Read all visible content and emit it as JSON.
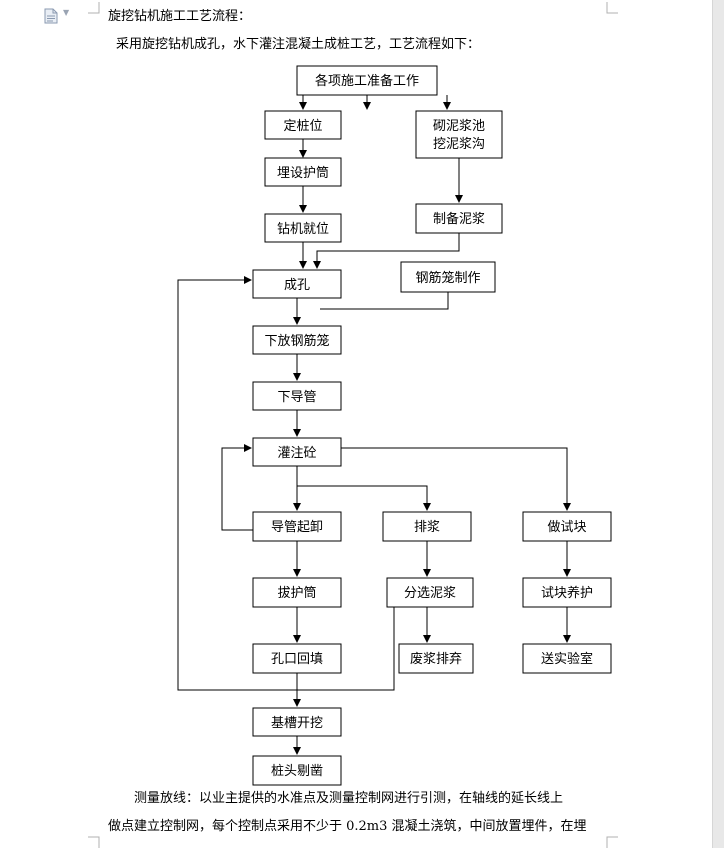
{
  "document": {
    "title_line": "旋挖钻机施工工艺流程：",
    "intro_line": "采用旋挖钻机成孔，水下灌注混凝土成桩工艺，工艺流程如下：",
    "para_line1": "测量放线：以业主提供的水准点及测量控制网进行引测，在轴线的延长线上",
    "para_line2": "做点建立控制网，每个控制点采用不少于 0.2m3 混凝土浇筑，中间放置埋件，在埋"
  },
  "flowchart": {
    "prep": "各项施工准备工作",
    "pile_position": "定桩位",
    "casing": "埋设护筒",
    "rig_position": "钻机就位",
    "mud_pit_l1": "砌泥浆池",
    "mud_pit_l2": "挖泥浆沟",
    "make_mud": "制备泥浆",
    "cage_make": "钢筋笼制作",
    "drilling": "成孔",
    "lower_cage": "下放钢筋笼",
    "lower_pipe": "下导管",
    "pour": "灌注砼",
    "pipe_lift": "导管起卸",
    "drain_mud": "排浆",
    "test_block": "做试块",
    "pull_casing": "拔护筒",
    "sort_mud": "分选泥浆",
    "block_cure": "试块养护",
    "backfill": "孔口回填",
    "waste_mud": "废浆排弃",
    "to_lab": "送实验室",
    "excavate": "基槽开挖",
    "pile_head": "桩头剔凿"
  }
}
